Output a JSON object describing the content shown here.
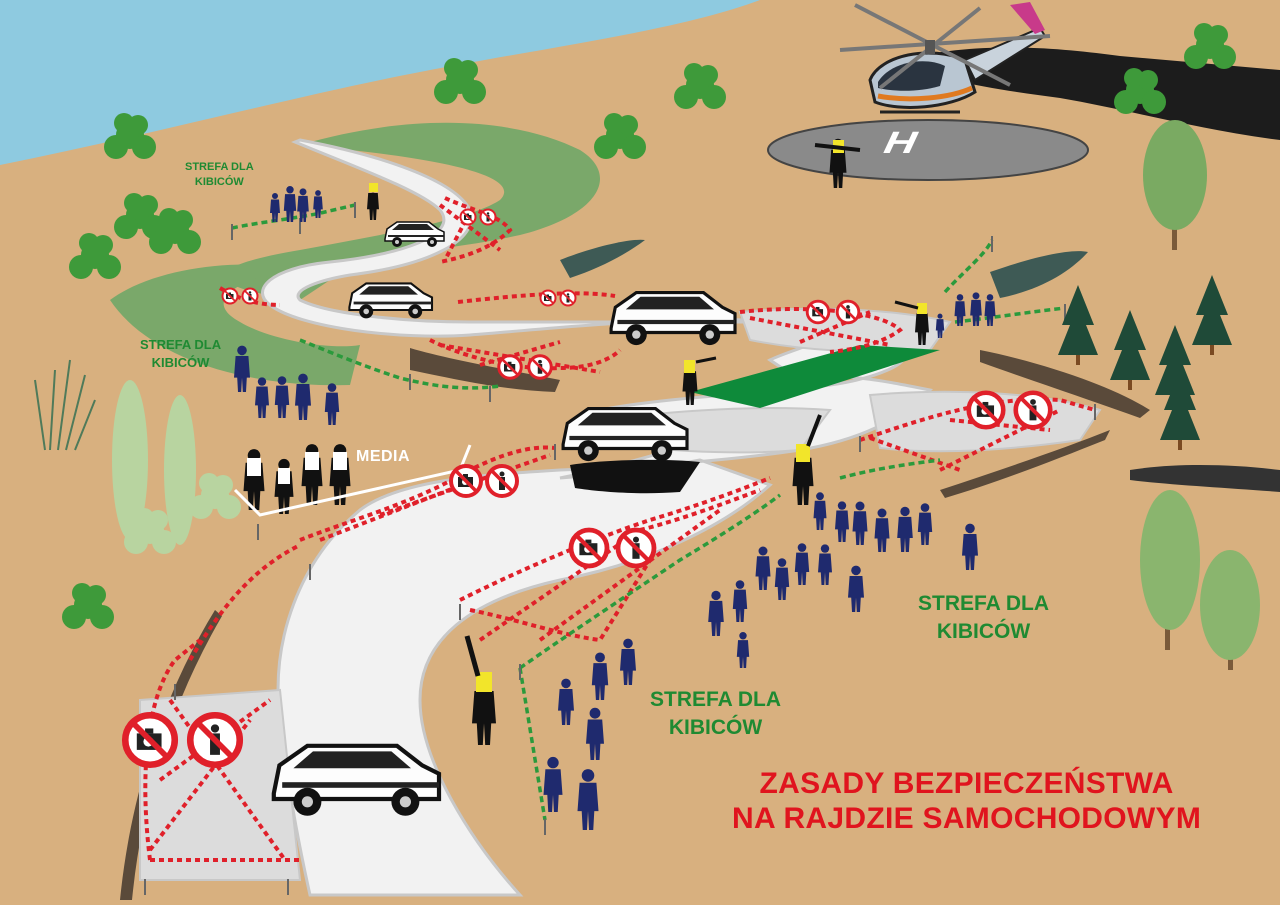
{
  "zone_labels": [
    {
      "line1": "STREFA DLA",
      "line2": "KIBICÓW"
    },
    {
      "line1": "STREFA DLA",
      "line2": "KIBICÓW"
    },
    {
      "line1": "STREFA DLA",
      "line2": "KIBICÓW"
    },
    {
      "line1": "STREFA DLA",
      "line2": "KIBICÓW"
    }
  ],
  "media_label": "MEDIA",
  "title": {
    "line1": "ZASADY BEZPIECZEŃSTWA",
    "line2": "NA RAJDZIE SAMOCHODOWYM"
  },
  "heliport_marking": "H",
  "sign_types": [
    "no-photography-sign",
    "no-standing-sign"
  ],
  "colors": {
    "sky": "#8ecae0",
    "ground": "#d8b07f",
    "road": "#f2f2f2",
    "road_edge": "#c8c8c8",
    "danger_zone": "#e0202a",
    "spectator_tape": "#2b9a3c",
    "zone_text": "#1f8a32",
    "title_text": "#e0141e",
    "spectators": "#1f2a6e",
    "marshal_vest": "#f2e52a",
    "grass": "#7aa86a",
    "start_line": "#0e8a3a",
    "heliport": "#8a8a8a"
  }
}
